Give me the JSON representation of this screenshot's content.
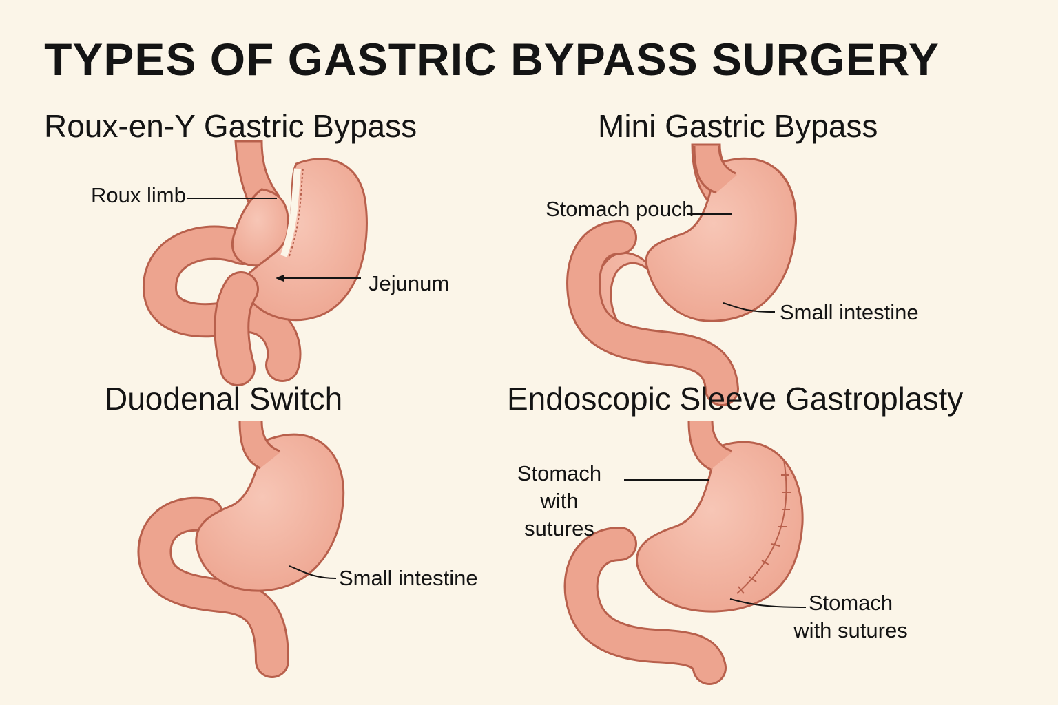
{
  "title": "TYPES OF GASTRIC BYPASS SURGERY",
  "colors": {
    "background": "#fbf5e8",
    "tissue": "#eda48f",
    "tissue_highlight": "#f7c6b6",
    "outline": "#b8604c",
    "text": "#141414"
  },
  "panels": [
    {
      "heading": "Roux-en-Y Gastric Bypass",
      "labels": [
        "Roux limb",
        "Jejunum"
      ]
    },
    {
      "heading": "Mini Gastric Bypass",
      "labels": [
        "Stomach pouch",
        "Small intestine"
      ]
    },
    {
      "heading": "Duodenal Switch",
      "labels": [
        "Small intestine"
      ]
    },
    {
      "heading": "Endoscopic Sleeve Gastroplasty",
      "labels": [
        "Stomach with\nsutures",
        "Stomach\nwith sutures"
      ]
    }
  ]
}
